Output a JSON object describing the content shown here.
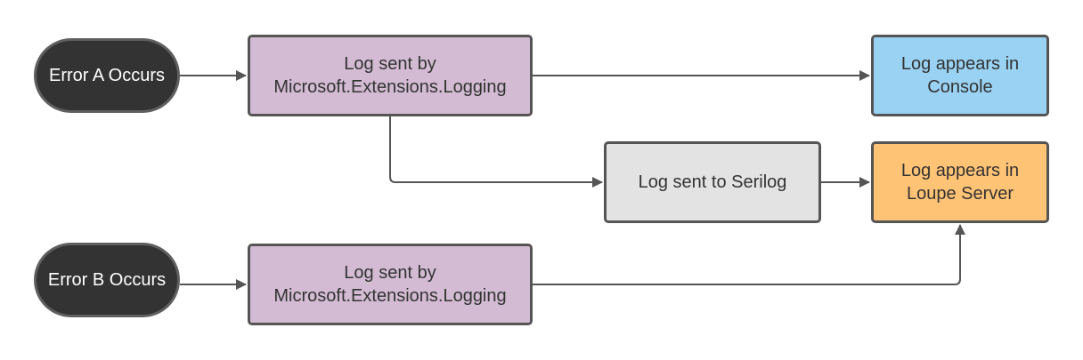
{
  "nodes": {
    "error_a": {
      "label": "Error A Occurs",
      "fill": "#333333",
      "text_color": "#ffffff"
    },
    "log_sent_a": {
      "label": "Log sent by\nMicrosoft.Extensions.Logging",
      "fill": "#d3bbd3"
    },
    "console": {
      "label": "Log appears in\nConsole",
      "fill": "#99d2f2"
    },
    "serilog": {
      "label": "Log sent to Serilog",
      "fill": "#e3e3e3"
    },
    "loupe": {
      "label": "Log appears in\nLoupe Server",
      "fill": "#ffc375"
    },
    "error_b": {
      "label": "Error B Occurs",
      "fill": "#333333",
      "text_color": "#ffffff"
    },
    "log_sent_b": {
      "label": "Log sent by\nMicrosoft.Extensions.Logging",
      "fill": "#d3bbd3"
    }
  },
  "edges": [
    {
      "from": "error_a",
      "to": "log_sent_a"
    },
    {
      "from": "log_sent_a",
      "to": "console"
    },
    {
      "from": "log_sent_a",
      "to": "serilog"
    },
    {
      "from": "serilog",
      "to": "loupe"
    },
    {
      "from": "error_b",
      "to": "log_sent_b"
    },
    {
      "from": "log_sent_b",
      "to": "loupe"
    }
  ],
  "colors": {
    "connector": "#555555",
    "node_border": "#555555"
  }
}
